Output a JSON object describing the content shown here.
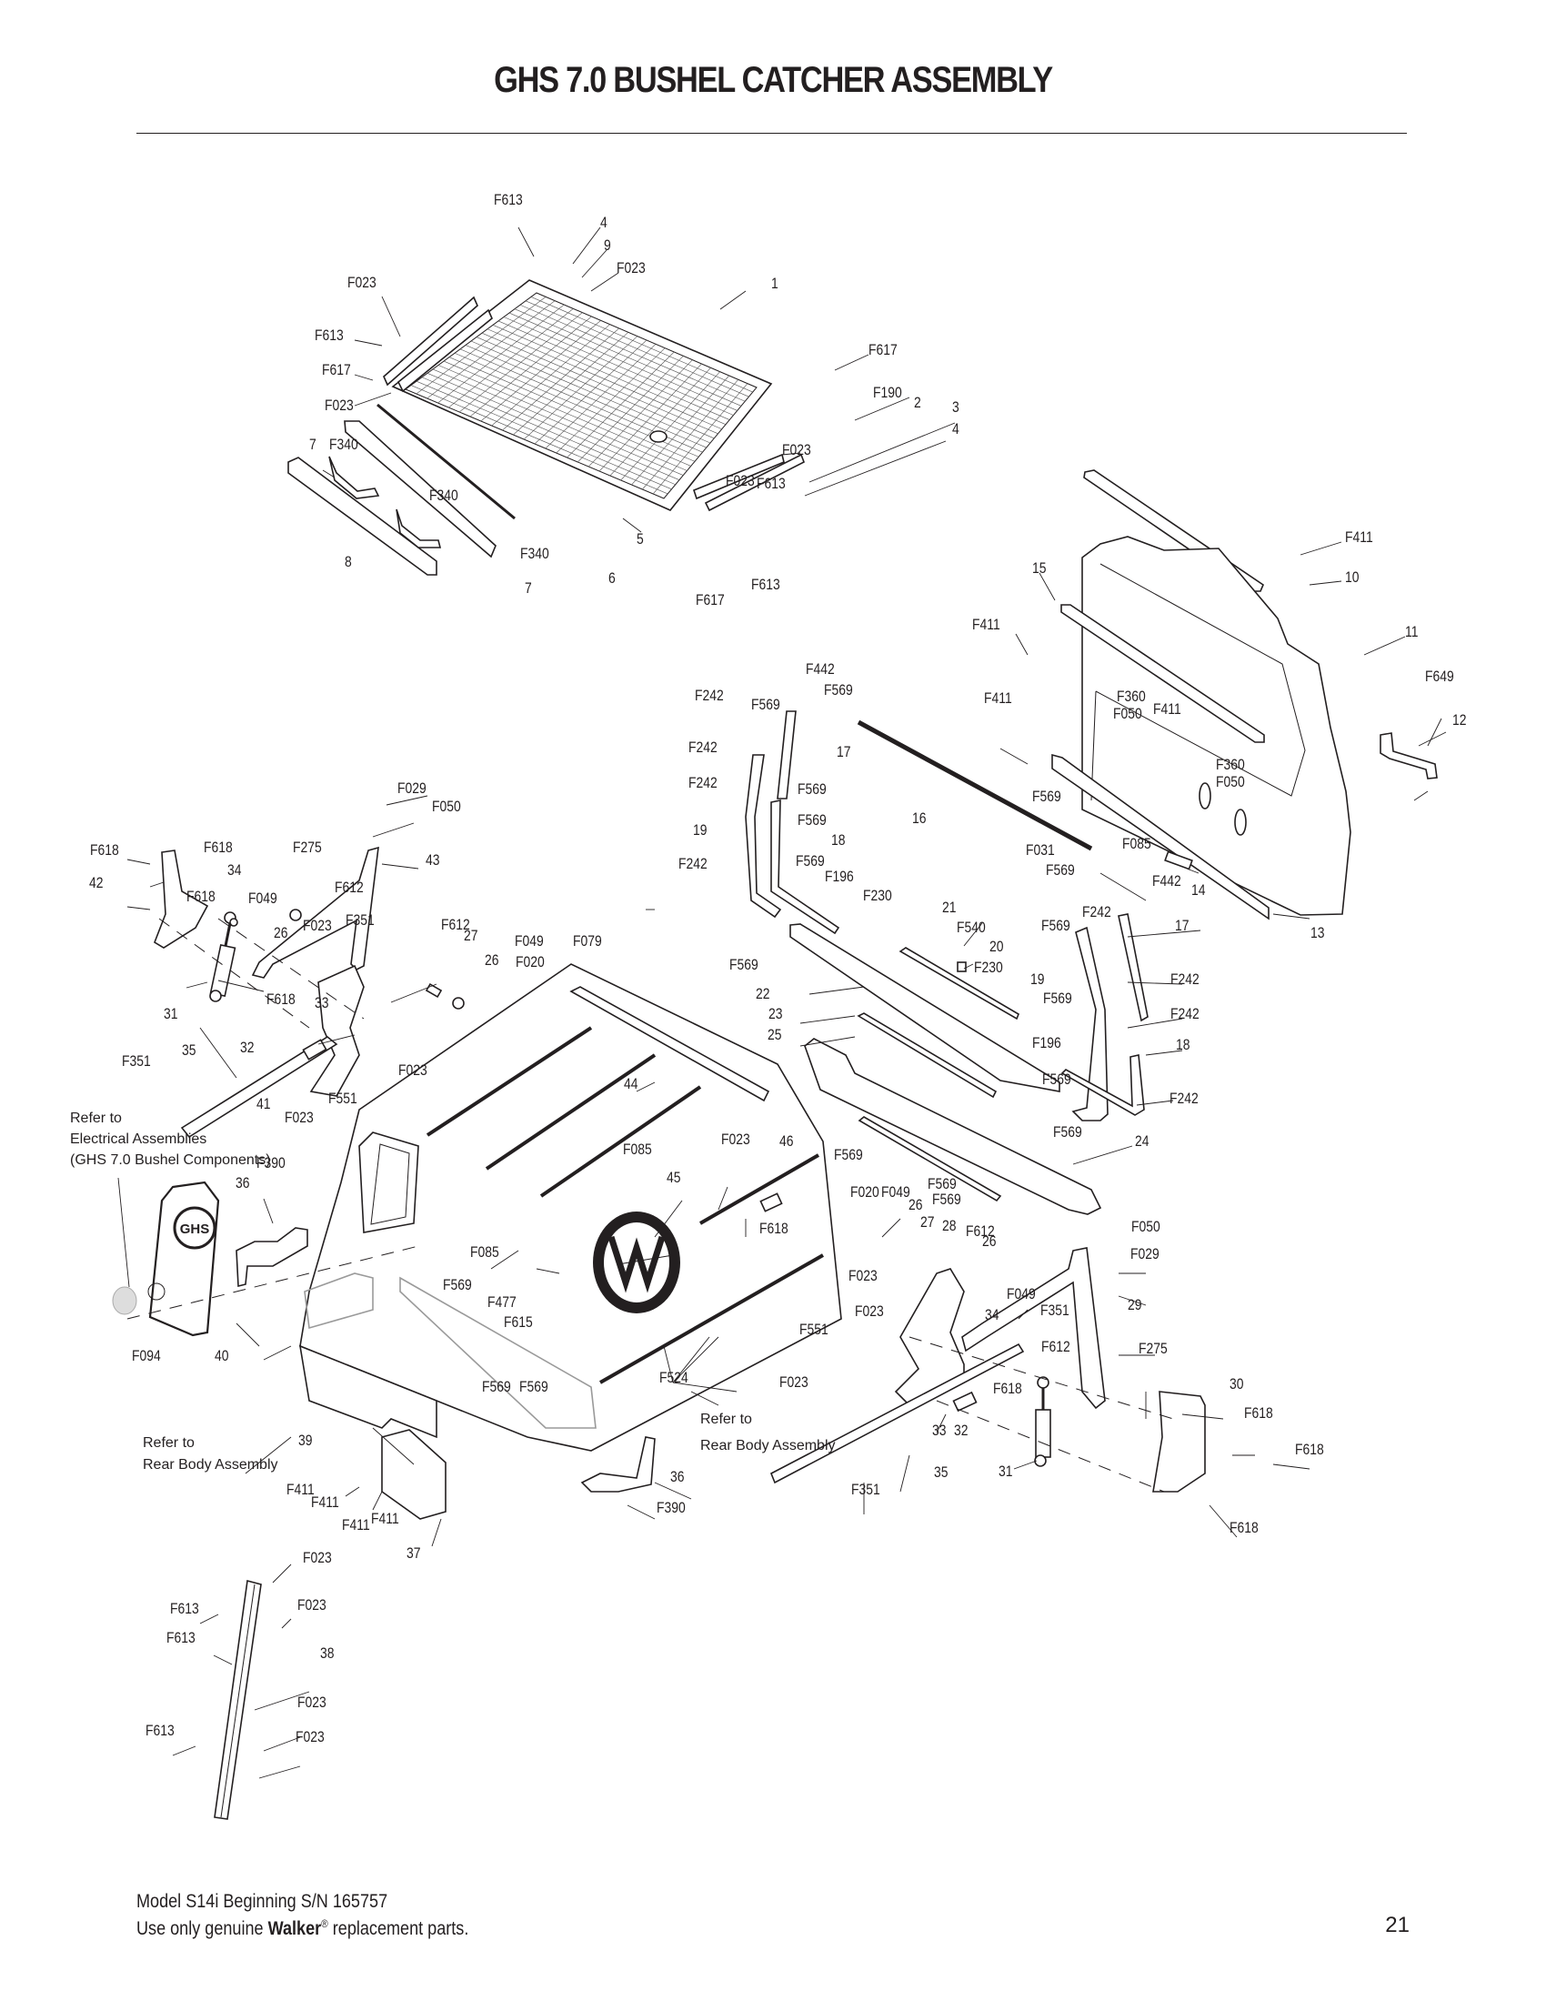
{
  "page": {
    "title": "GHS 7.0 BUSHEL CATCHER ASSEMBLY",
    "footer_line1": "Model S14i Beginning S/N 165757",
    "footer_line2_prefix": "Use only genuine ",
    "footer_brand": "Walker",
    "footer_reg": "®",
    "footer_line2_suffix": " replacement parts.",
    "page_number": "21"
  },
  "notes": {
    "electrical_1": "Refer to",
    "electrical_2": "Electrical Assemblies",
    "electrical_3": "(GHS 7.0 Bushel Components)",
    "rear_body_left_1": "Refer to",
    "rear_body_left_2": "Rear Body Assembly",
    "rear_body_right_1": "Refer to",
    "rear_body_right_2": "Rear Body Assembly"
  },
  "callouts": [
    {
      "text": "F613"
    },
    {
      "text": "4"
    },
    {
      "text": "9"
    },
    {
      "text": "F023"
    },
    {
      "text": "F023"
    },
    {
      "text": "1"
    },
    {
      "text": "F613"
    },
    {
      "text": "F617"
    },
    {
      "text": "F023"
    },
    {
      "text": "F617"
    },
    {
      "text": "F190"
    },
    {
      "text": "2"
    },
    {
      "text": "3"
    },
    {
      "text": "4"
    },
    {
      "text": "F023"
    },
    {
      "text": "7"
    },
    {
      "text": "F340"
    },
    {
      "text": "F340"
    },
    {
      "text": "F023"
    },
    {
      "text": "F613"
    },
    {
      "text": "5"
    },
    {
      "text": "F340"
    },
    {
      "text": "8"
    },
    {
      "text": "7"
    },
    {
      "text": "6"
    },
    {
      "text": "F613"
    },
    {
      "text": "F617"
    },
    {
      "text": "F411"
    },
    {
      "text": "10"
    },
    {
      "text": "15"
    },
    {
      "text": "11"
    },
    {
      "text": "F411"
    },
    {
      "text": "F649"
    },
    {
      "text": "12"
    },
    {
      "text": "F411"
    },
    {
      "text": "F411"
    },
    {
      "text": "F360"
    },
    {
      "text": "F050"
    },
    {
      "text": "F360"
    },
    {
      "text": "F050"
    },
    {
      "text": "F569"
    },
    {
      "text": "F085"
    },
    {
      "text": "F031"
    },
    {
      "text": "F569"
    },
    {
      "text": "F442"
    },
    {
      "text": "14"
    },
    {
      "text": "13"
    },
    {
      "text": "F442"
    },
    {
      "text": "F242"
    },
    {
      "text": "F569"
    },
    {
      "text": "F569"
    },
    {
      "text": "F242"
    },
    {
      "text": "17"
    },
    {
      "text": "F242"
    },
    {
      "text": "F569"
    },
    {
      "text": "16"
    },
    {
      "text": "19"
    },
    {
      "text": "F569"
    },
    {
      "text": "18"
    },
    {
      "text": "F242"
    },
    {
      "text": "F569"
    },
    {
      "text": "F196"
    },
    {
      "text": "F230"
    },
    {
      "text": "21"
    },
    {
      "text": "F540"
    },
    {
      "text": "20"
    },
    {
      "text": "F230"
    },
    {
      "text": "F569"
    },
    {
      "text": "22"
    },
    {
      "text": "23"
    },
    {
      "text": "25"
    },
    {
      "text": "F242"
    },
    {
      "text": "17"
    },
    {
      "text": "F569"
    },
    {
      "text": "19"
    },
    {
      "text": "F242"
    },
    {
      "text": "F569"
    },
    {
      "text": "F242"
    },
    {
      "text": "F196"
    },
    {
      "text": "18"
    },
    {
      "text": "F569"
    },
    {
      "text": "F242"
    },
    {
      "text": "F569"
    },
    {
      "text": "24"
    },
    {
      "text": "F569"
    },
    {
      "text": "F569"
    },
    {
      "text": "F569"
    },
    {
      "text": "F029"
    },
    {
      "text": "F050"
    },
    {
      "text": "F618"
    },
    {
      "text": "F618"
    },
    {
      "text": "F275"
    },
    {
      "text": "43"
    },
    {
      "text": "42"
    },
    {
      "text": "34"
    },
    {
      "text": "F049"
    },
    {
      "text": "F618"
    },
    {
      "text": "F612"
    },
    {
      "text": "26"
    },
    {
      "text": "F351"
    },
    {
      "text": "F023"
    },
    {
      "text": "F612"
    },
    {
      "text": "27"
    },
    {
      "text": "26"
    },
    {
      "text": "F049"
    },
    {
      "text": "F020"
    },
    {
      "text": "F079"
    },
    {
      "text": "31"
    },
    {
      "text": "F618"
    },
    {
      "text": "33"
    },
    {
      "text": "35"
    },
    {
      "text": "32"
    },
    {
      "text": "F351"
    },
    {
      "text": "F023"
    },
    {
      "text": "44"
    },
    {
      "text": "41"
    },
    {
      "text": "F023"
    },
    {
      "text": "F551"
    },
    {
      "text": "F390"
    },
    {
      "text": "36"
    },
    {
      "text": "F085"
    },
    {
      "text": "F023"
    },
    {
      "text": "46"
    },
    {
      "text": "45"
    },
    {
      "text": "F618"
    },
    {
      "text": "F085"
    },
    {
      "text": "F569"
    },
    {
      "text": "F477"
    },
    {
      "text": "F615"
    },
    {
      "text": "F094"
    },
    {
      "text": "40"
    },
    {
      "text": "F569"
    },
    {
      "text": "F569"
    },
    {
      "text": "F524"
    },
    {
      "text": "39"
    },
    {
      "text": "F020"
    },
    {
      "text": "F049"
    },
    {
      "text": "26"
    },
    {
      "text": "27"
    },
    {
      "text": "28"
    },
    {
      "text": "F612"
    },
    {
      "text": "26"
    },
    {
      "text": "F050"
    },
    {
      "text": "F029"
    },
    {
      "text": "F023"
    },
    {
      "text": "F049"
    },
    {
      "text": "F023"
    },
    {
      "text": "34"
    },
    {
      "text": "F351"
    },
    {
      "text": "29"
    },
    {
      "text": "F551"
    },
    {
      "text": "F612"
    },
    {
      "text": "F275"
    },
    {
      "text": "F023"
    },
    {
      "text": "F618"
    },
    {
      "text": "30"
    },
    {
      "text": "33"
    },
    {
      "text": "32"
    },
    {
      "text": "F618"
    },
    {
      "text": "35"
    },
    {
      "text": "31"
    },
    {
      "text": "F618"
    },
    {
      "text": "F351"
    },
    {
      "text": "F618"
    },
    {
      "text": "36"
    },
    {
      "text": "F390"
    },
    {
      "text": "F411"
    },
    {
      "text": "F411"
    },
    {
      "text": "F411"
    },
    {
      "text": "F411"
    },
    {
      "text": "37"
    },
    {
      "text": "F023"
    },
    {
      "text": "F613"
    },
    {
      "text": "F023"
    },
    {
      "text": "F613"
    },
    {
      "text": "38"
    },
    {
      "text": "F023"
    },
    {
      "text": "F613"
    },
    {
      "text": "F023"
    }
  ]
}
